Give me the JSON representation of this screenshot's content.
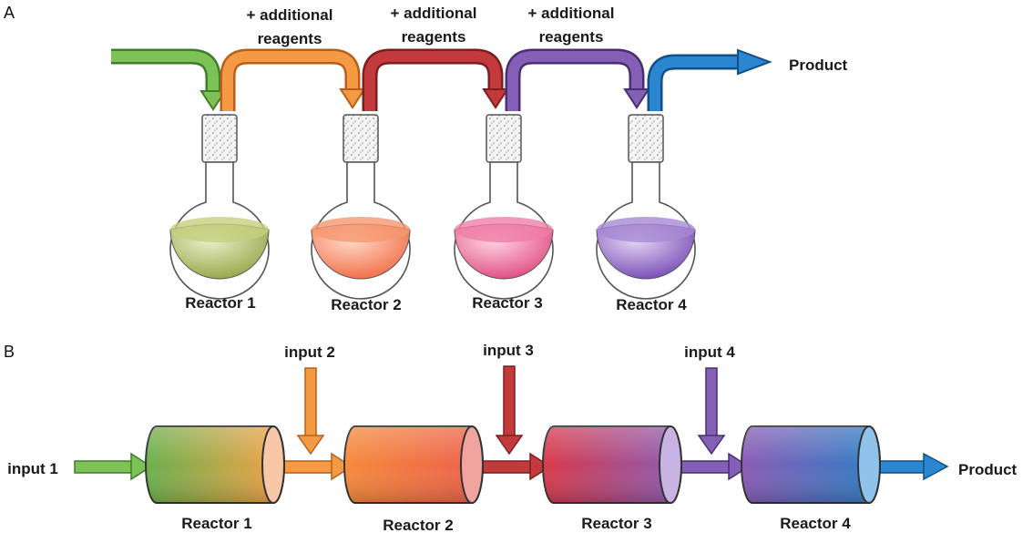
{
  "panel_a": {
    "panel_label": "A",
    "reagent_labels": [
      {
        "line1": "+ additional",
        "line2": "reagents"
      },
      {
        "line1": "+ additional",
        "line2": "reagents"
      },
      {
        "line1": "+ additional",
        "line2": "reagents"
      }
    ],
    "product_label": "Product",
    "reactors": [
      {
        "label": "Reactor 1",
        "liquid_color": "#9aab3e"
      },
      {
        "label": "Reactor 2",
        "liquid_color": "#f2703e"
      },
      {
        "label": "Reactor 3",
        "liquid_color": "#e0457a"
      },
      {
        "label": "Reactor 4",
        "liquid_color": "#7b4bb5"
      }
    ],
    "arrow_colors": [
      "#6ab04c",
      "#f0913a",
      "#c0393b",
      "#7b55a8",
      "#1f78c1"
    ]
  },
  "panel_b": {
    "panel_label": "B",
    "inputs": [
      "input 1",
      "input 2",
      "input 3",
      "input 4"
    ],
    "product_label": "Product",
    "reactors": [
      {
        "label": "Reactor 1",
        "color_start": "#6ab04c",
        "color_end": "#f7a046"
      },
      {
        "label": "Reactor 2",
        "color_start": "#f58a3c",
        "color_end": "#ee5e4a"
      },
      {
        "label": "Reactor 3",
        "color_start": "#d8394a",
        "color_end": "#8a5bb5"
      },
      {
        "label": "Reactor 4",
        "color_start": "#8a5bb5",
        "color_end": "#2a7fc4"
      }
    ],
    "arrow_colors": [
      "#6ab04c",
      "#f0913a",
      "#c0393b",
      "#7b55a8",
      "#1f78c1"
    ]
  }
}
